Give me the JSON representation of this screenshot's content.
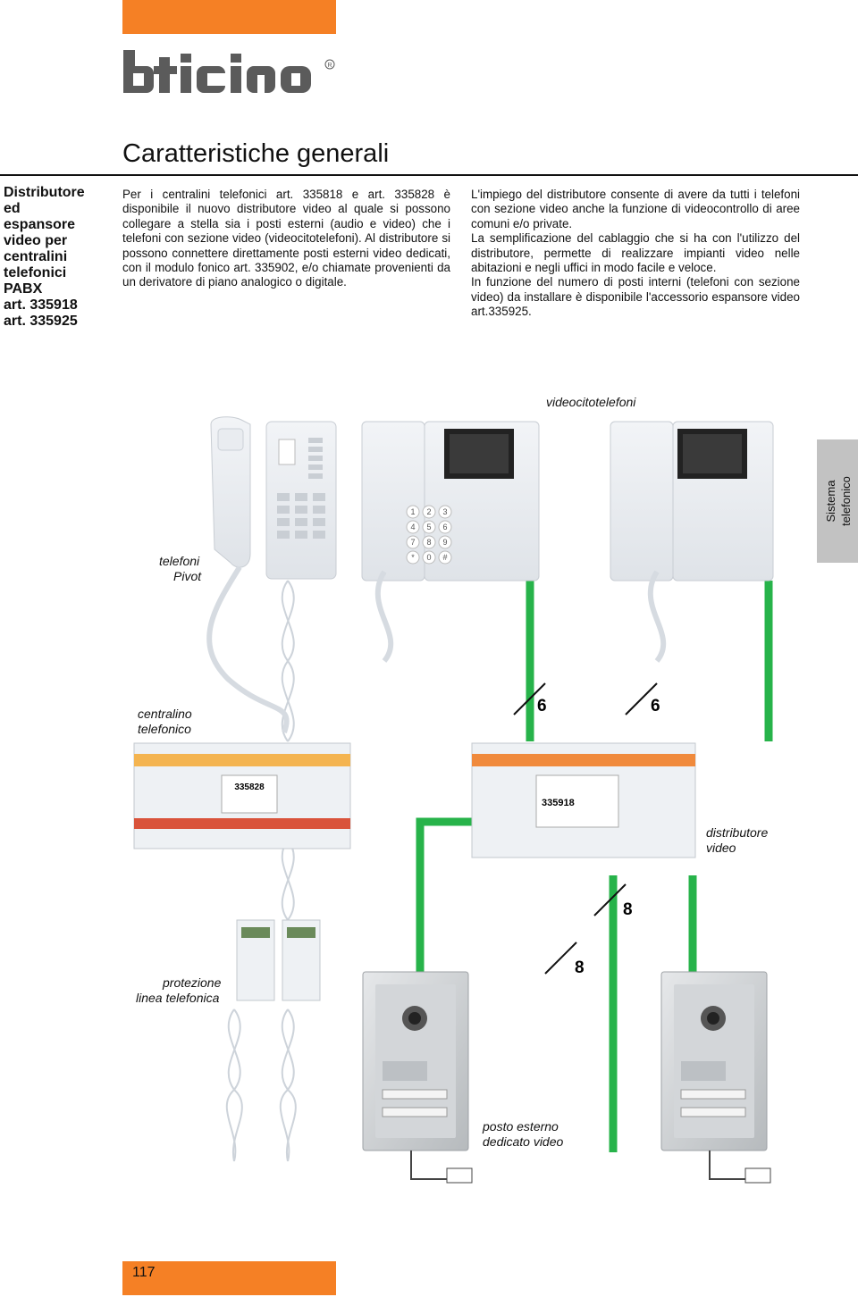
{
  "brand": {
    "name": "bticino",
    "accent": "#f58025"
  },
  "header": {
    "title": "Caratteristiche generali"
  },
  "sidebar": {
    "title_lines": [
      "Distributore",
      "ed",
      "espansore",
      "video per",
      "centralini",
      "telefonici",
      "PABX",
      "art. 335918",
      "art. 335925"
    ]
  },
  "side_tab": {
    "label_line1": "Sistema",
    "label_line2": "telefonico"
  },
  "col1": {
    "p1": "Per i centralini telefonici art. 335818 e art. 335828 è disponibile il nuovo distributore video al quale si possono collegare a stella sia i posti esterni (audio e video) che i telefoni con sezione video (videocitotelefoni). Al distributore si possono connettere direttamente posti esterni video dedicati, con il modulo fonico art. 335902, e/o chiamate provenienti da un derivatore di piano analogico o digitale."
  },
  "col2": {
    "p1": "L'impiego del distributore consente di avere da tutti i telefoni con sezione video anche la funzione di videocontrollo di aree comuni e/o private.",
    "p2": "La semplificazione del cablaggio che si ha con l'utilizzo del distributore, permette di realizzare impianti video nelle abitazioni e negli uffici in modo facile e veloce.",
    "p3": "In funzione del numero di posti interni (telefoni con sezione video) da installare è disponibile l'accessorio espansore video art.335925."
  },
  "diagram": {
    "label_videocitotelefoni": "videocitotelefoni",
    "label_telefoni_1": "telefoni",
    "label_telefoni_2": "Pivot",
    "label_centralino_1": "centralino",
    "label_centralino_2": "telefonico",
    "label_distributore_1": "distributore",
    "label_distributore_2": "video",
    "label_protezione_1": "protezione",
    "label_protezione_2": "linea telefonica",
    "label_posto_1": "posto esterno",
    "label_posto_2": "dedicato video",
    "wire_count_a": "6",
    "wire_count_b": "6",
    "wire_count_c": "8",
    "wire_count_d": "8",
    "device_code_left": "335828",
    "device_code_right": "335918",
    "keypad_keys": [
      "1",
      "2",
      "3",
      "4",
      "5",
      "6",
      "7",
      "8",
      "9",
      "*",
      "0",
      "#"
    ],
    "wire_color": "#27b34a"
  },
  "footer": {
    "page_number": "117"
  }
}
